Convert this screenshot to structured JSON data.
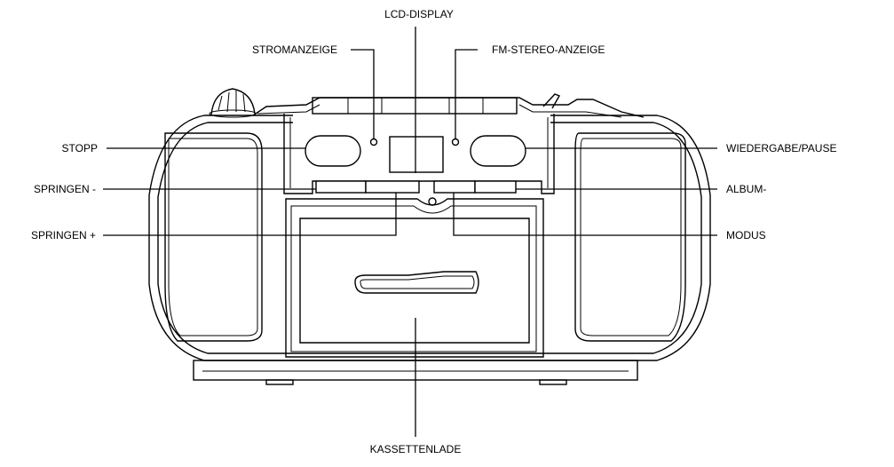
{
  "labels": {
    "lcd_display": "LCD-DISPLAY",
    "power_indicator": "STROMANZEIGE",
    "fm_stereo_indicator": "FM-STEREO-ANZEIGE",
    "stop": "STOPP",
    "play_pause": "WIEDERGABE/PAUSE",
    "skip_minus": "SPRINGEN -",
    "album_minus": "ALBUM-",
    "skip_plus": "SPRINGEN +",
    "mode": "MODUS",
    "cassette_door": "KASSETTENLADE"
  }
}
